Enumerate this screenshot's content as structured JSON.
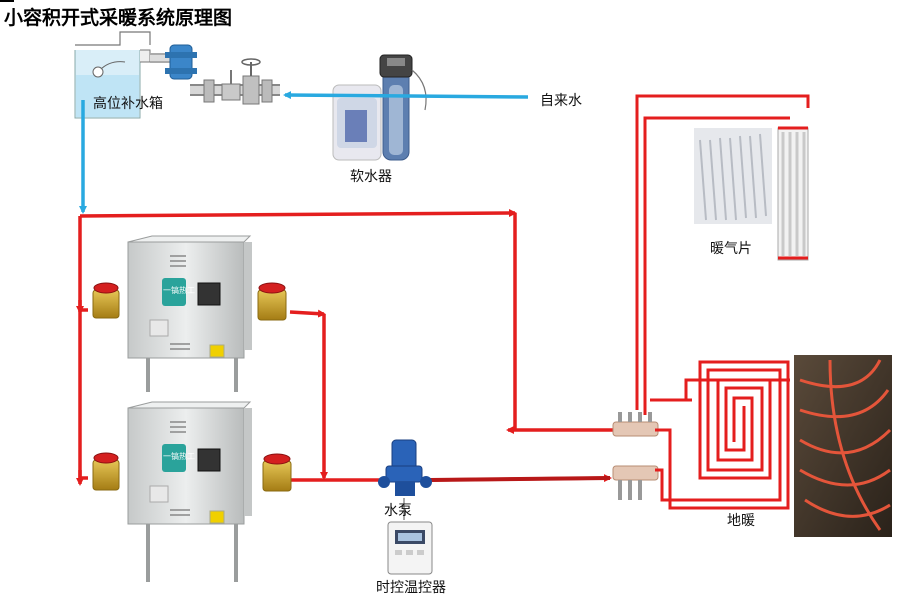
{
  "title": "小容积开式采暖系统原理图",
  "labels": {
    "tank": "高位补水箱",
    "softener": "软水器",
    "tap_water": "自来水",
    "radiator": "暖气片",
    "floor_heating": "地暖",
    "pump": "水泵",
    "controller": "时控温控器",
    "boiler_brand": "一镐热工"
  },
  "colors": {
    "hot_pipe": "#e41e1e",
    "return_pipe": "#c41a1a",
    "feed_water": "#29a9e0",
    "boiler_body": "#d9dcdc",
    "valve_brass": "#c9a22a",
    "valve_handle": "#d42020",
    "pump_blue": "#2a63b8",
    "boiler_badge": "#2aa39b"
  }
}
